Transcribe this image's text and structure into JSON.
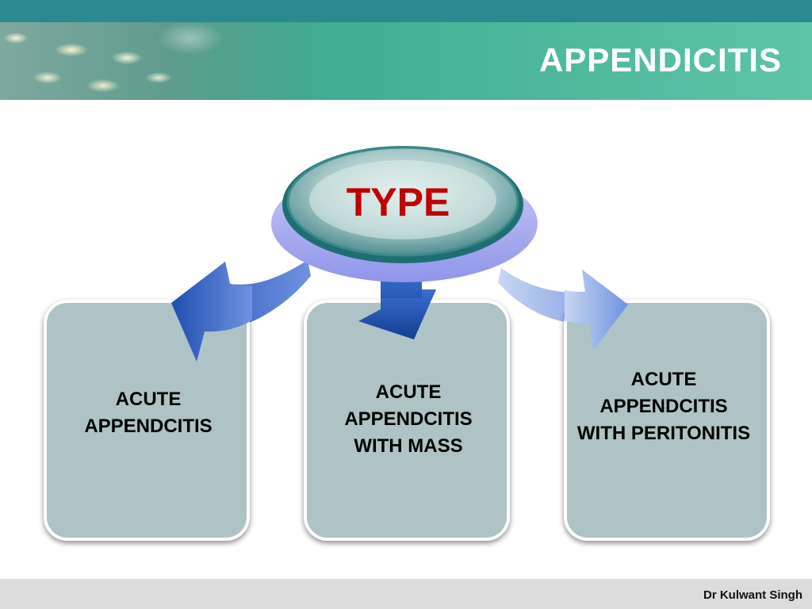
{
  "header": {
    "title": "APPENDICITIS"
  },
  "hub": {
    "label": "TYPE"
  },
  "types": [
    {
      "label": "ACUTE APPENDCITIS"
    },
    {
      "label": "ACUTE APPENDCITIS WITH MASS"
    },
    {
      "label": "ACUTE APPENDCITIS WITH PERITONITIS"
    }
  ],
  "footer": {
    "author": "Dr Kulwant Singh"
  },
  "colors": {
    "banner": "#3fae93",
    "hub_text": "#c00000",
    "box_fill": "#aec3c5",
    "arrow": "#2a5fc0"
  }
}
